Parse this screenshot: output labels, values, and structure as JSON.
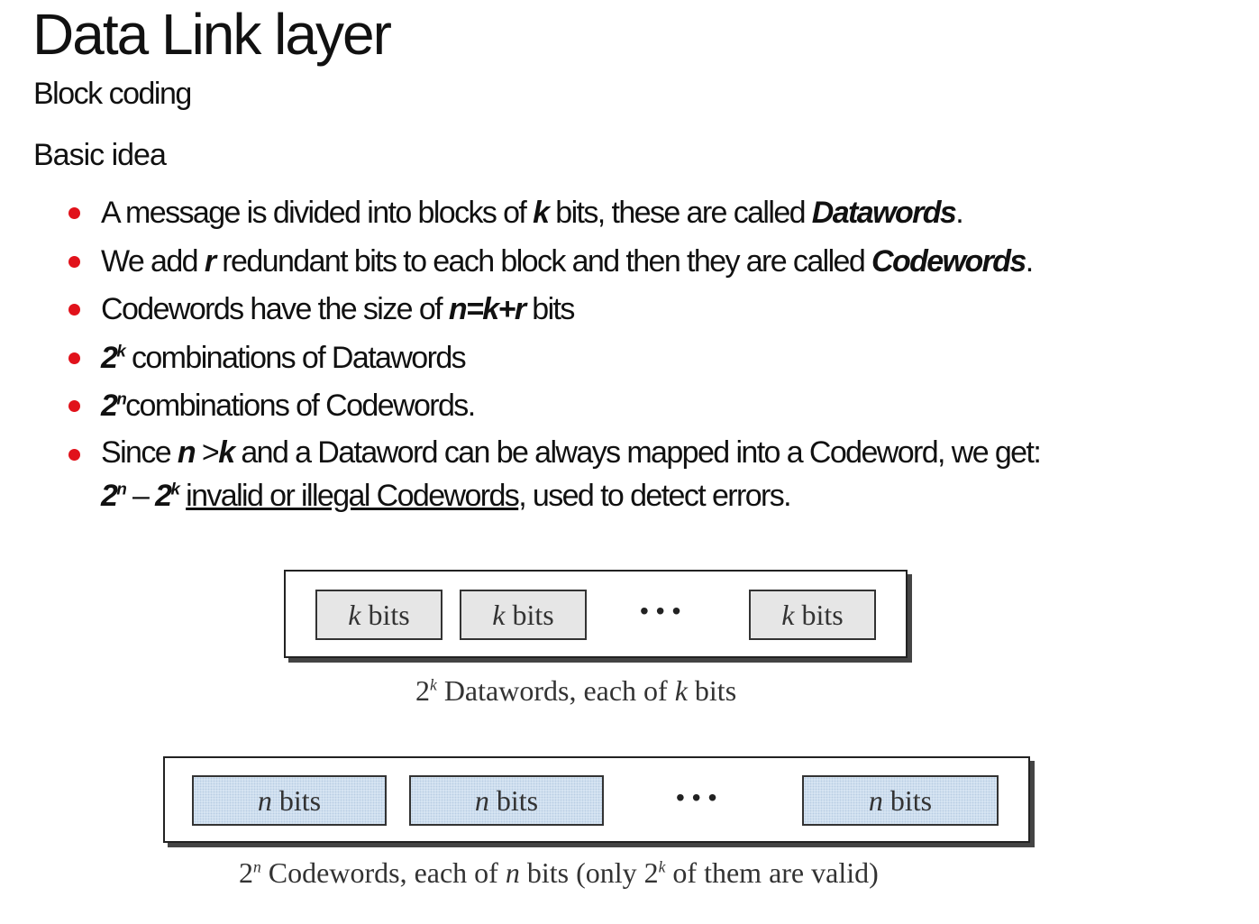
{
  "title": "Data Link layer",
  "subtitle": "Block coding",
  "heading": "Basic idea",
  "bullets": {
    "b1": {
      "pre": "A message is divided into blocks of ",
      "k": "k",
      "mid": " bits, these are called ",
      "term": "Datawords",
      "post": "."
    },
    "b2": {
      "pre": "We add ",
      "r": "r",
      "mid": " redundant bits to each block and then they are called ",
      "term": "Codewords",
      "post": "."
    },
    "b3": {
      "pre": "Codewords have the size of ",
      "formula": "n=k+r",
      "post": " bits"
    },
    "b4": {
      "base": "2",
      "exp": "k",
      "text": " combinations  of Datawords"
    },
    "b5": {
      "base": "2",
      "exp": "n",
      "text": "combinations  of Codewords."
    },
    "b6": {
      "pre": "Since ",
      "n": "n",
      "gt": " >",
      "k": "k",
      "mid": " and a Dataword can be always mapped into a Codeword, we get:",
      "base1": "2",
      "exp1": "n",
      "minus": " – ",
      "base2": "2",
      "exp2": "k",
      "underlined": "invalid or illegal  Codewords",
      "post": ", used to detect errors."
    }
  },
  "figure": {
    "datawords": {
      "boxes": [
        {
          "var": "k",
          "unit": "bits"
        },
        {
          "var": "k",
          "unit": "bits"
        },
        {
          "var": "k",
          "unit": "bits"
        }
      ],
      "ellipsis": "•••",
      "caption": {
        "base": "2",
        "exp": "k",
        "text": " Datawords, each of ",
        "var": "k",
        "unit": " bits"
      }
    },
    "codewords": {
      "boxes": [
        {
          "var": "n",
          "unit": "bits"
        },
        {
          "var": "n",
          "unit": "bits"
        },
        {
          "var": "n",
          "unit": "bits"
        }
      ],
      "ellipsis": "•••",
      "caption": {
        "base": "2",
        "exp": "n",
        "text": " Codewords, each of ",
        "var": "n",
        "text2": " bits (only ",
        "base2": "2",
        "exp2": "k",
        "post": " of them are valid)"
      }
    }
  },
  "colors": {
    "accent": "#e1121b"
  }
}
